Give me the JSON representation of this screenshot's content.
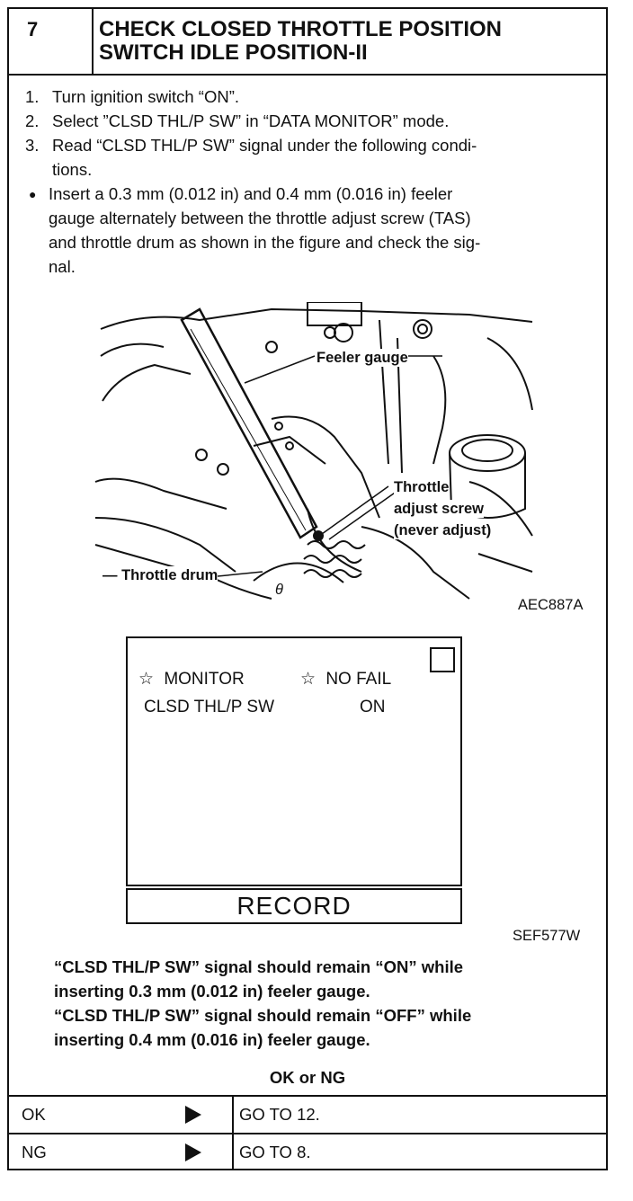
{
  "header": {
    "step_number": "7",
    "title_line1": "CHECK CLOSED THROTTLE POSITION",
    "title_line2": "SWITCH IDLE POSITION-II"
  },
  "instructions": [
    {
      "marker": "1.",
      "text": "Turn ignition switch “ON”."
    },
    {
      "marker": "2.",
      "text": "Select ”CLSD THL/P SW” in “DATA MONITOR” mode."
    },
    {
      "marker": "3.",
      "text": "Read “CLSD THL/P SW” signal under the following condi-"
    },
    {
      "marker": "",
      "text": "tions."
    },
    {
      "marker": "●",
      "text": "Insert a 0.3 mm (0.012 in) and 0.4 mm (0.016 in) feeler"
    },
    {
      "marker": "",
      "text": "gauge alternately between the throttle adjust screw (TAS)"
    },
    {
      "marker": "",
      "text": "and throttle drum as shown in the figure and check the sig-"
    },
    {
      "marker": "",
      "text": "nal."
    }
  ],
  "figure1": {
    "label_feeler": "Feeler gauge",
    "label_tas_1": "Throttle",
    "label_tas_2": "adjust screw",
    "label_tas_3": "(never adjust)",
    "label_drum": "— Throttle drum",
    "label_theta": "θ",
    "code": "AEC887A"
  },
  "monitor_screen": {
    "star": "☆",
    "monitor_label": "MONITOR",
    "nofail_label": "NO FAIL",
    "item_name": "CLSD THL/P SW",
    "item_value": "ON",
    "record_button": "RECORD",
    "code": "SEF577W"
  },
  "notes": [
    "“CLSD THL/P SW” signal should remain “ON” while",
    "inserting 0.3 mm (0.012 in) feeler gauge.",
    "“CLSD THL/P SW” signal should remain “OFF” while",
    "inserting 0.4 mm (0.016 in) feeler gauge."
  ],
  "decision": {
    "title": "OK or NG",
    "rows": [
      {
        "result": "OK",
        "action": "GO TO 12."
      },
      {
        "result": "NG",
        "action": "GO TO 8."
      }
    ]
  }
}
